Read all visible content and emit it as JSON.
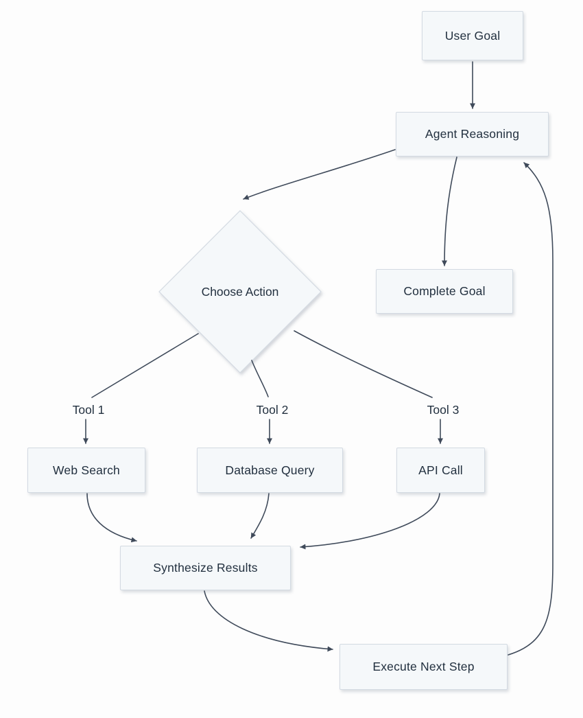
{
  "diagram": {
    "title_hint": "Agent tool-use loop flowchart",
    "nodes": {
      "user_goal": {
        "label": "User Goal",
        "shape": "rect"
      },
      "agent_reasoning": {
        "label": "Agent Reasoning",
        "shape": "rect"
      },
      "choose_action": {
        "label": "Choose Action",
        "shape": "diamond"
      },
      "complete_goal": {
        "label": "Complete Goal",
        "shape": "rect"
      },
      "web_search": {
        "label": "Web Search",
        "shape": "rect"
      },
      "database_query": {
        "label": "Database Query",
        "shape": "rect"
      },
      "api_call": {
        "label": "API Call",
        "shape": "rect"
      },
      "synthesize_results": {
        "label": "Synthesize Results",
        "shape": "rect"
      },
      "execute_next_step": {
        "label": "Execute Next Step",
        "shape": "rect"
      }
    },
    "edge_labels": {
      "tool1": "Tool 1",
      "tool2": "Tool 2",
      "tool3": "Tool 3"
    },
    "edges": [
      {
        "from": "user_goal",
        "to": "agent_reasoning"
      },
      {
        "from": "agent_reasoning",
        "to": "choose_action"
      },
      {
        "from": "agent_reasoning",
        "to": "complete_goal"
      },
      {
        "from": "choose_action",
        "to": "web_search",
        "label": "Tool 1"
      },
      {
        "from": "choose_action",
        "to": "database_query",
        "label": "Tool 2"
      },
      {
        "from": "choose_action",
        "to": "api_call",
        "label": "Tool 3"
      },
      {
        "from": "web_search",
        "to": "synthesize_results"
      },
      {
        "from": "database_query",
        "to": "synthesize_results"
      },
      {
        "from": "api_call",
        "to": "synthesize_results"
      },
      {
        "from": "synthesize_results",
        "to": "execute_next_step"
      },
      {
        "from": "execute_next_step",
        "to": "agent_reasoning"
      }
    ],
    "colors": {
      "node_fill": "#f5f8fa",
      "node_border": "#d3dae2",
      "edge_stroke": "#3f4a5a",
      "text": "#22303f",
      "background": "#fdfdfd"
    }
  }
}
